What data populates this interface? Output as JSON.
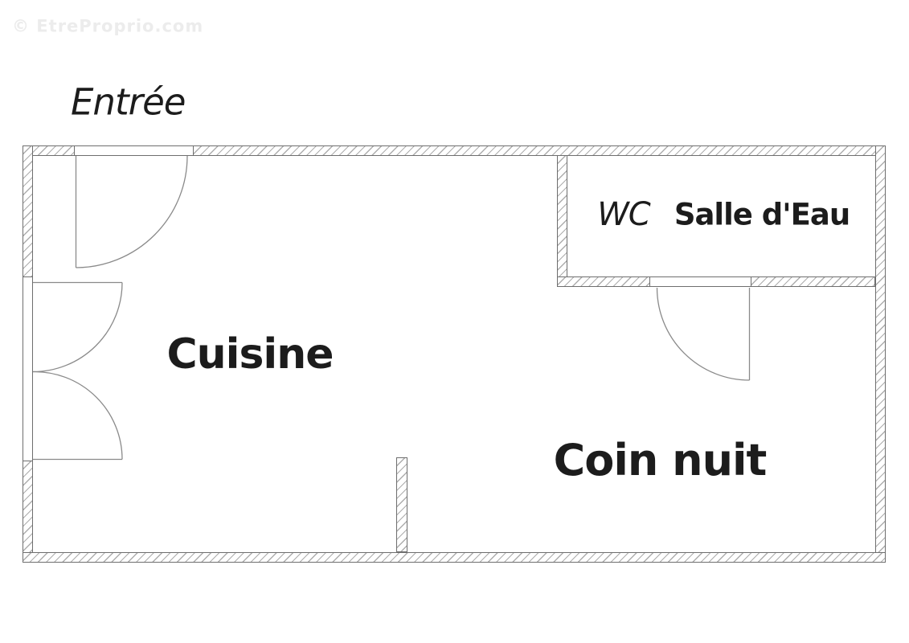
{
  "watermark": "© EtreProprio.com",
  "entrance": {
    "label": "Entrée"
  },
  "rooms": {
    "cuisine": {
      "label": "Cuisine"
    },
    "coin_nuit": {
      "label": "Coin nuit"
    },
    "wc": {
      "label": "WC"
    },
    "salle_eau": {
      "label": "Salle d'Eau"
    }
  },
  "colors": {
    "wall_line": "#6e6e6e",
    "hatch": "#adadad",
    "door_line": "#8a8a8a",
    "text": "#1c1c1c",
    "watermark": "#ececec",
    "background": "#ffffff"
  }
}
